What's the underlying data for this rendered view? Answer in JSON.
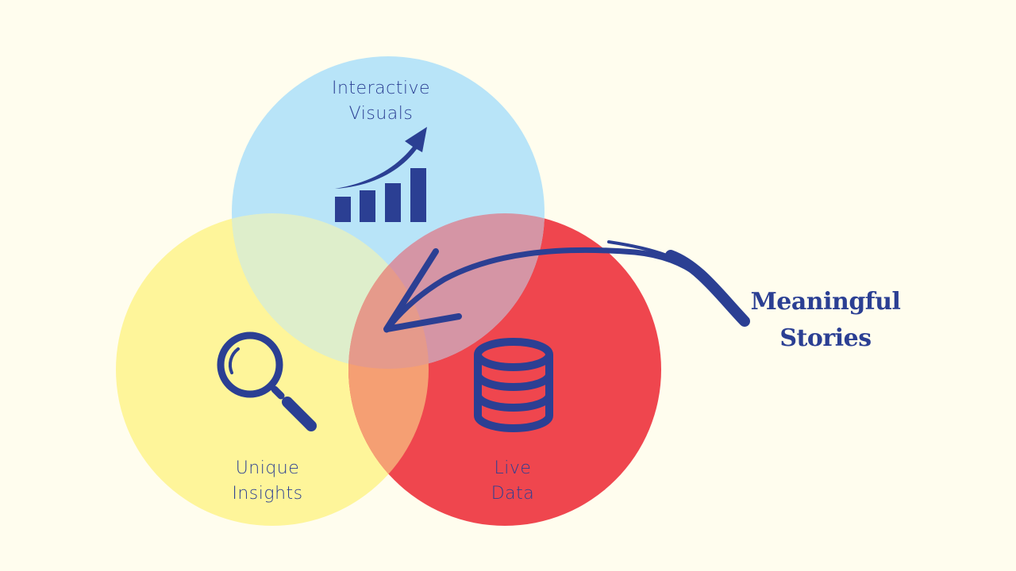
{
  "circles": {
    "interactive_visuals": {
      "line1": "Interactive",
      "line2": "Visuals",
      "color": "#b8e4f8"
    },
    "unique_insights": {
      "line1": "Unique",
      "line2": "Insights",
      "color": "#fef59a"
    },
    "live_data": {
      "line1": "Live",
      "line2": "Data",
      "color": "#ef464e"
    }
  },
  "center": {
    "line1": "Meaningful",
    "line2": "Stories"
  },
  "colors": {
    "ink": "#2b3f93",
    "background": "#fffdee"
  }
}
